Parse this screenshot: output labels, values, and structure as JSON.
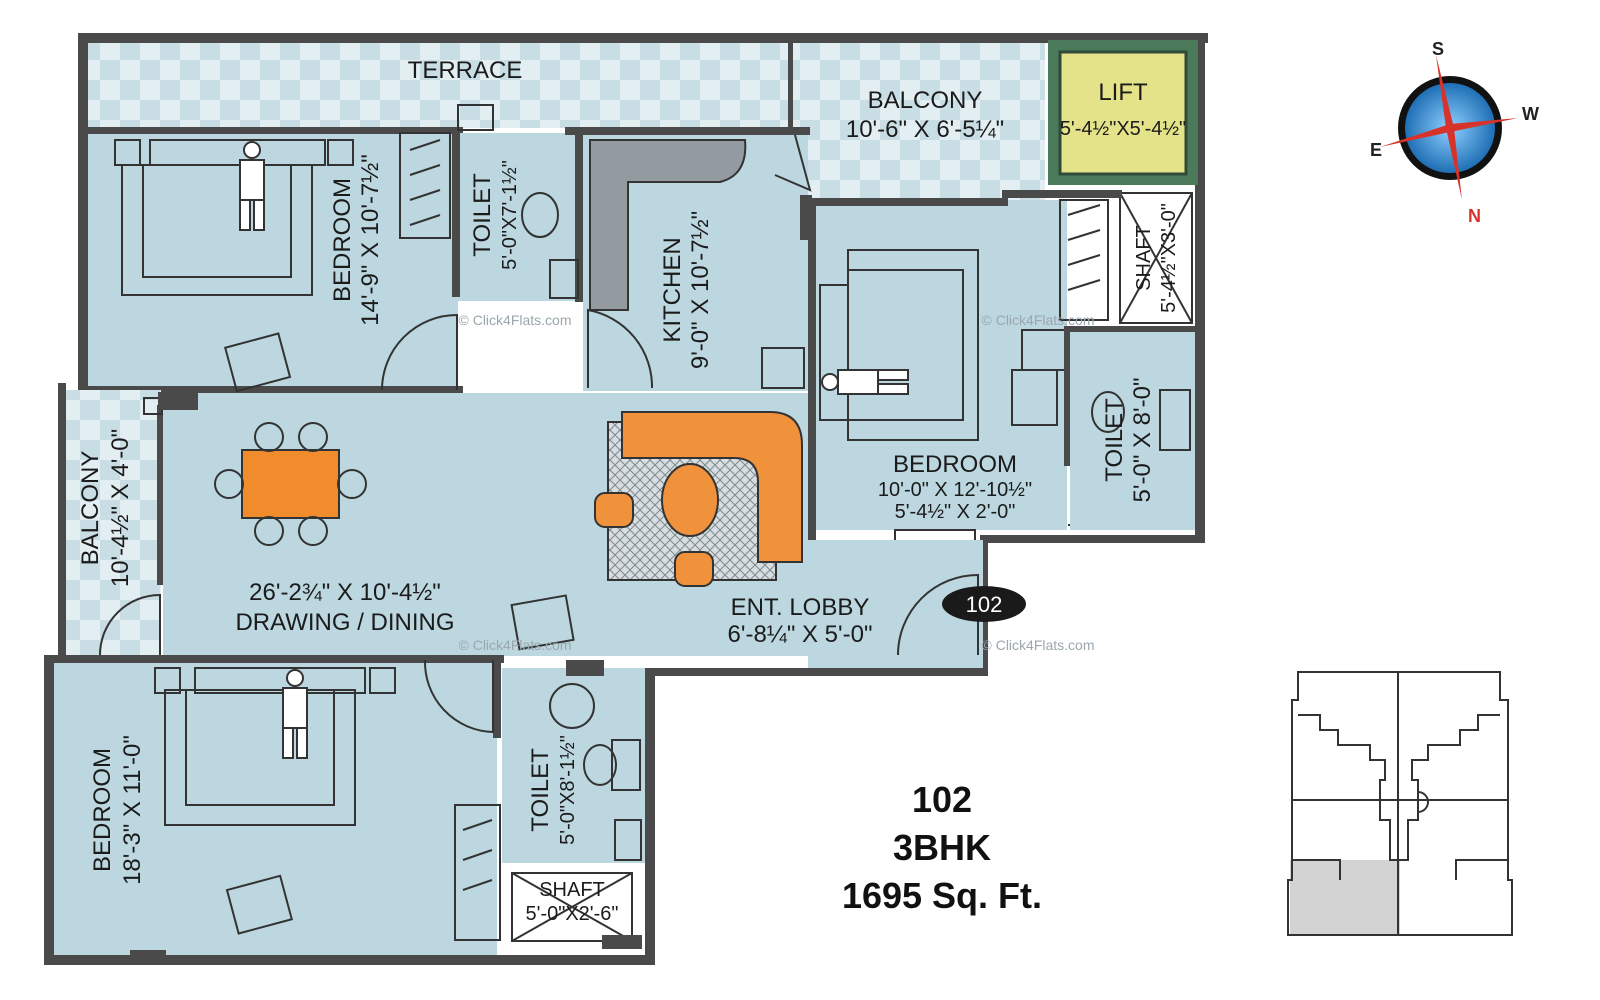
{
  "rooms": {
    "terrace": "TERRACE",
    "balcony_top_name": "BALCONY",
    "balcony_top_size": "10'-6\" X 6'-5¼\"",
    "lift_name": "LIFT",
    "lift_size": "5'-4½\"X5'-4½\"",
    "bedroom1_name": "BEDROOM",
    "bedroom1_size": "14'-9\" X 10'-7½\"",
    "toilet1_name": "TOILET",
    "toilet1_size": "5'-0\"X7'-1½\"",
    "kitchen_name": "KITCHEN",
    "kitchen_size": "9'-0\" X 10'-7½\"",
    "shaft1_name": "SHAFT",
    "shaft1_size": "5'-4½\"X3'-0\"",
    "bedroom2_name": "BEDROOM",
    "bedroom2_size1": "10'-0\" X 12'-10½\"",
    "bedroom2_size2": "5'-4½\" X 2'-0\"",
    "toilet2_name": "TOILET",
    "toilet2_size": "5'-0\" X 8'-0\"",
    "balcony_left_name": "BALCONY",
    "balcony_left_size": "10'-4½\" X 4'-0\"",
    "drawing_size": "26'-2¾\" X 10'-4½\"",
    "drawing_name": "DRAWING / DINING",
    "lobby_name": "ENT. LOBBY",
    "lobby_size": "6'-8¼\" X 5'-0\"",
    "bedroom3_name": "BEDROOM",
    "bedroom3_size": "18'-3\" X 11'-0\"",
    "toilet3_name": "TOILET",
    "toilet3_size": "5'-0\"X8'-1½\"",
    "shaft2_name": "SHAFT",
    "shaft2_size": "5'-0\"X2'-6\""
  },
  "unit_badge": "102",
  "info": {
    "unit": "102",
    "type": "3BHK",
    "area": "1695 Sq. Ft."
  },
  "compass": {
    "north": "N",
    "south": "S",
    "east": "E",
    "west": "W"
  },
  "watermark": "© Click4Flats.com",
  "colors": {
    "room_fill": "#bcd7e0",
    "wall": "#4a4a4a",
    "lift_fill": "#e5e38a",
    "sofa": "#f0913c",
    "table": "#f08c2c",
    "key_plan_highlight": "#d3d3d3"
  }
}
